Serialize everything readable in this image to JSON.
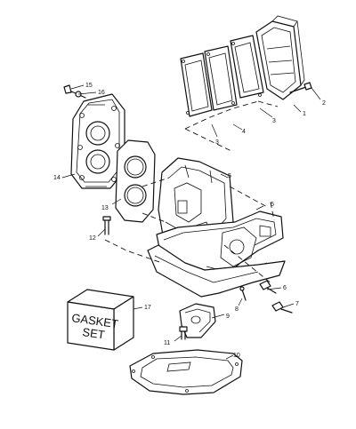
{
  "callouts": {
    "c1": "1",
    "c2": "2",
    "c3a": "3",
    "c3b": "3",
    "c4": "4",
    "c5a": "5",
    "c5b": "5",
    "c6": "6",
    "c7": "7",
    "c8": "8",
    "c9": "9",
    "c10": "10",
    "c11": "11",
    "c12": "12",
    "c13": "13",
    "c14": "14",
    "c15": "15",
    "c16": "16",
    "c17": "17"
  },
  "gasket_box": {
    "line1": "GASKET",
    "line2": "SET"
  }
}
